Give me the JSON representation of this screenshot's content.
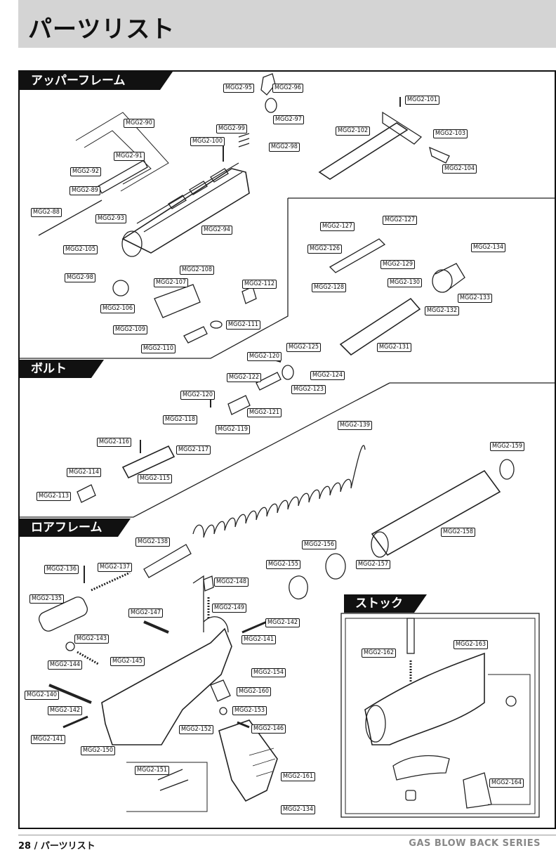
{
  "page_title": "パーツリスト",
  "sections": {
    "upper": "アッパーフレーム",
    "bolt": "ボルト",
    "lower": "ロアフレーム",
    "stock": "ストック"
  },
  "parts": [
    {
      "id": "p95",
      "label": "MGG2-95"
    },
    {
      "id": "p96",
      "label": "MGG2-96"
    },
    {
      "id": "p97",
      "label": "MGG2-97"
    },
    {
      "id": "p98a",
      "label": "MGG2-98"
    },
    {
      "id": "p99",
      "label": "MGG2-99"
    },
    {
      "id": "p100",
      "label": "MGG2-100"
    },
    {
      "id": "p90",
      "label": "MGG2-90"
    },
    {
      "id": "p91",
      "label": "MGG2-91"
    },
    {
      "id": "p92",
      "label": "MGG2-92"
    },
    {
      "id": "p89",
      "label": "MGG2-89"
    },
    {
      "id": "p88",
      "label": "MGG2-88"
    },
    {
      "id": "p93",
      "label": "MGG2-93"
    },
    {
      "id": "p94",
      "label": "MGG2-94"
    },
    {
      "id": "p105",
      "label": "MGG2-105"
    },
    {
      "id": "p98b",
      "label": "MGG2-98"
    },
    {
      "id": "p108",
      "label": "MGG2-108"
    },
    {
      "id": "p107",
      "label": "MGG2-107"
    },
    {
      "id": "p112",
      "label": "MGG2-112"
    },
    {
      "id": "p106",
      "label": "MGG2-106"
    },
    {
      "id": "p109",
      "label": "MGG2-109"
    },
    {
      "id": "p111",
      "label": "MGG2-111"
    },
    {
      "id": "p110",
      "label": "MGG2-110"
    },
    {
      "id": "p101",
      "label": "MGG2-101"
    },
    {
      "id": "p102",
      "label": "MGG2-102"
    },
    {
      "id": "p103",
      "label": "MGG2-103"
    },
    {
      "id": "p104",
      "label": "MGG2-104"
    },
    {
      "id": "p127a",
      "label": "MGG2-127"
    },
    {
      "id": "p127b",
      "label": "MGG2-127"
    },
    {
      "id": "p126",
      "label": "MGG2-126"
    },
    {
      "id": "p129",
      "label": "MGG2-129"
    },
    {
      "id": "p134a",
      "label": "MGG2-134"
    },
    {
      "id": "p128",
      "label": "MGG2-128"
    },
    {
      "id": "p130",
      "label": "MGG2-130"
    },
    {
      "id": "p133",
      "label": "MGG2-133"
    },
    {
      "id": "p132",
      "label": "MGG2-132"
    },
    {
      "id": "p131",
      "label": "MGG2-131"
    },
    {
      "id": "p125",
      "label": "MGG2-125"
    },
    {
      "id": "p120a",
      "label": "MGG2-120"
    },
    {
      "id": "p124",
      "label": "MGG2-124"
    },
    {
      "id": "p122",
      "label": "MGG2-122"
    },
    {
      "id": "p123",
      "label": "MGG2-123"
    },
    {
      "id": "p120b",
      "label": "MGG2-120"
    },
    {
      "id": "p121",
      "label": "MGG2-121"
    },
    {
      "id": "p118",
      "label": "MGG2-118"
    },
    {
      "id": "p119",
      "label": "MGG2-119"
    },
    {
      "id": "p139",
      "label": "MGG2-139"
    },
    {
      "id": "p116",
      "label": "MGG2-116"
    },
    {
      "id": "p117",
      "label": "MGG2-117"
    },
    {
      "id": "p159",
      "label": "MGG2-159"
    },
    {
      "id": "p114",
      "label": "MGG2-114"
    },
    {
      "id": "p115",
      "label": "MGG2-115"
    },
    {
      "id": "p113",
      "label": "MGG2-113"
    },
    {
      "id": "p158",
      "label": "MGG2-158"
    },
    {
      "id": "p138",
      "label": "MGG2-138"
    },
    {
      "id": "p156",
      "label": "MGG2-156"
    },
    {
      "id": "p136",
      "label": "MGG2-136"
    },
    {
      "id": "p137",
      "label": "MGG2-137"
    },
    {
      "id": "p155",
      "label": "MGG2-155"
    },
    {
      "id": "p157",
      "label": "MGG2-157"
    },
    {
      "id": "p148",
      "label": "MGG2-148"
    },
    {
      "id": "p135",
      "label": "MGG2-135"
    },
    {
      "id": "p149",
      "label": "MGG2-149"
    },
    {
      "id": "p147",
      "label": "MGG2-147"
    },
    {
      "id": "p142a",
      "label": "MGG2-142"
    },
    {
      "id": "p141a",
      "label": "MGG2-141"
    },
    {
      "id": "p143",
      "label": "MGG2-143"
    },
    {
      "id": "p162",
      "label": "MGG2-162"
    },
    {
      "id": "p163",
      "label": "MGG2-163"
    },
    {
      "id": "p144",
      "label": "MGG2-144"
    },
    {
      "id": "p145",
      "label": "MGG2-145"
    },
    {
      "id": "p154",
      "label": "MGG2-154"
    },
    {
      "id": "p160",
      "label": "MGG2-160"
    },
    {
      "id": "p140",
      "label": "MGG2-140"
    },
    {
      "id": "p153",
      "label": "MGG2-153"
    },
    {
      "id": "p142b",
      "label": "MGG2-142"
    },
    {
      "id": "p146",
      "label": "MGG2-146"
    },
    {
      "id": "p152",
      "label": "MGG2-152"
    },
    {
      "id": "p141b",
      "label": "MGG2-141"
    },
    {
      "id": "p150",
      "label": "MGG2-150"
    },
    {
      "id": "p151",
      "label": "MGG2-151"
    },
    {
      "id": "p161",
      "label": "MGG2-161"
    },
    {
      "id": "p164",
      "label": "MGG2-164"
    },
    {
      "id": "p134b",
      "label": "MGG2-134"
    }
  ],
  "footer": {
    "left": "28 / パーツリスト",
    "right": "GAS BLOW BACK SERIES"
  }
}
